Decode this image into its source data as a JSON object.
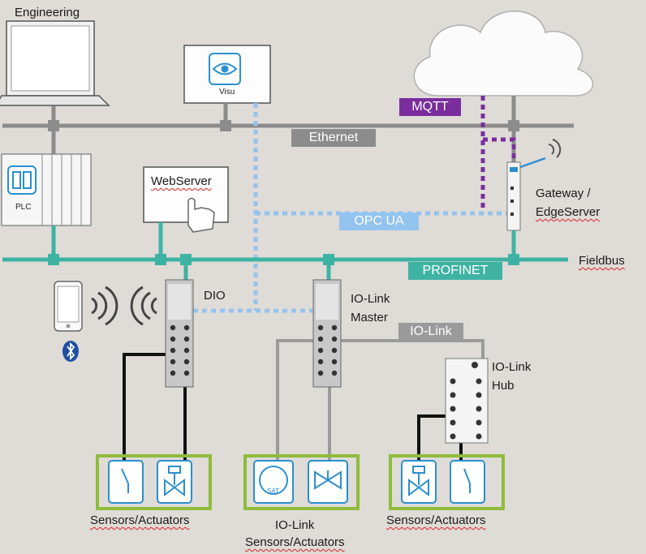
{
  "labels": {
    "engineering": "Engineering",
    "ethernet": "Ethernet",
    "mqtt": "MQTT",
    "opc_ua": "OPC UA",
    "profinet": "PROFINET",
    "fieldbus": "Fieldbus",
    "io_link_bus": "IO-Link",
    "plc": "PLC",
    "visu": "Visu",
    "webserver": "WebServer",
    "gateway_line1": "Gateway /",
    "gateway_line2": "EdgeServer",
    "dio": "DIO",
    "iolink_master_line1": "IO-Link",
    "iolink_master_line2": "Master",
    "iolink_hub_line1": "IO-Link",
    "iolink_hub_line2": "Hub",
    "sensors_left": "Sensors/Actuators",
    "sensors_mid_line1": "IO-Link",
    "sensors_mid_line2": "Sensors/Actuators",
    "sensors_right": "Sensors/Actuators",
    "sat": "SAT"
  },
  "colors": {
    "background": "#dfdbd7",
    "ethernet": "#8c8c8c",
    "profinet": "#3fb3a3",
    "opc_ua": "#93c3ef",
    "mqtt": "#7a2d9e",
    "sensor_frame": "#8fbc3a",
    "device_cyan": "#2b8fcf"
  }
}
